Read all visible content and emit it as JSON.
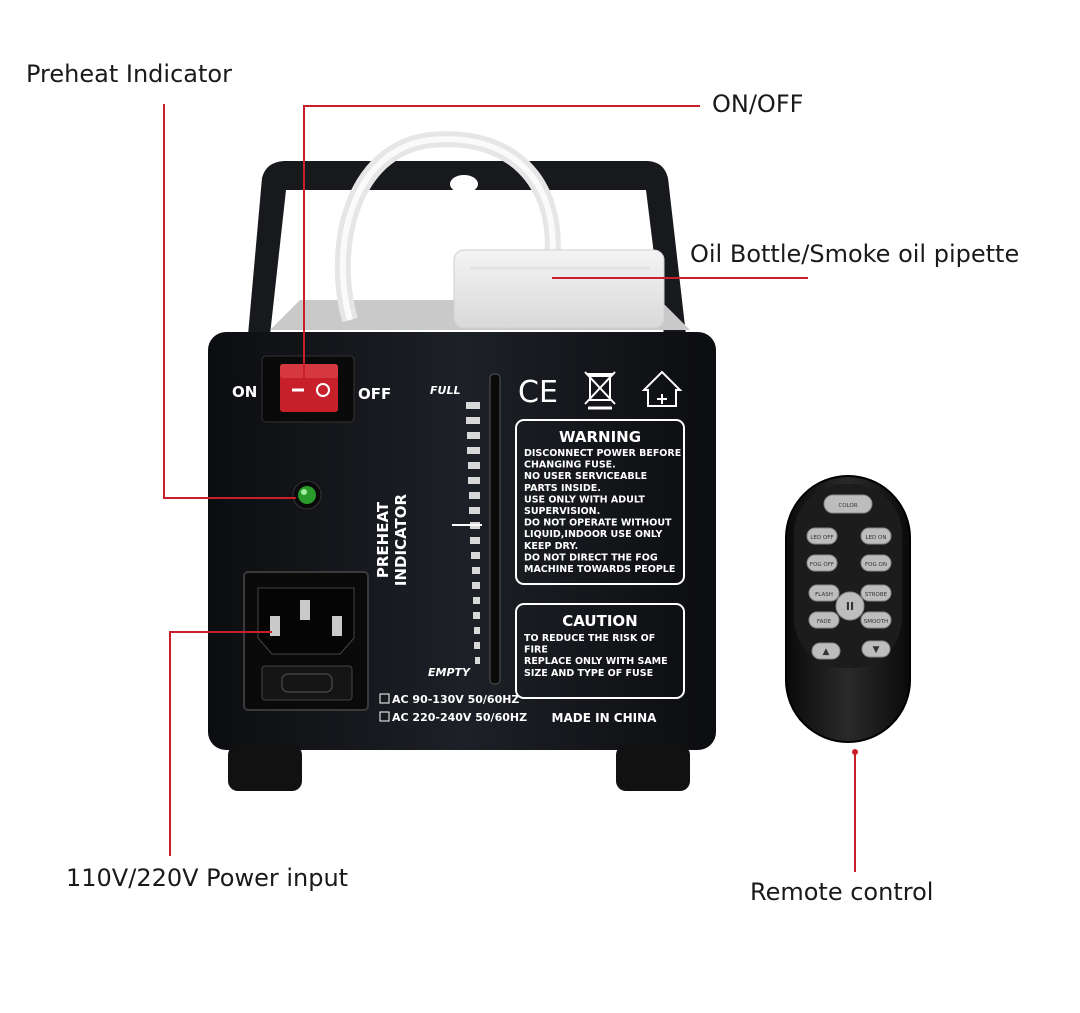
{
  "callouts": {
    "preheat": "Preheat Indicator",
    "onoff": "ON/OFF",
    "oil": "Oil Bottle/Smoke oil pipette",
    "power": "110V/220V Power input",
    "remote": "Remote control"
  },
  "machine": {
    "switch_on": "ON",
    "switch_off": "OFF",
    "preheat_label": "PREHEAT",
    "indicator_label": "INDICATOR",
    "gauge_full": "FULL",
    "gauge_empty": "EMPTY",
    "ce_mark": "CE",
    "voltage_1": "AC 90-130V 50/60HZ",
    "voltage_2": "AC 220-240V 50/60HZ",
    "warning_title": "WARNING",
    "warning_lines": [
      "DISCONNECT POWER BEFORE",
      "CHANGING FUSE.",
      "NO USER SERVICEABLE",
      "PARTS INSIDE.",
      "USE ONLY WITH ADULT",
      "SUPERVISION.",
      "DO NOT OPERATE WITHOUT",
      "LIQUID,INDOOR USE ONLY",
      "KEEP DRY.",
      "DO NOT DIRECT THE FOG",
      "MACHINE TOWARDS PEOPLE"
    ],
    "caution_title": "CAUTION",
    "caution_lines": [
      "TO REDUCE THE RISK OF",
      "FIRE",
      "REPLACE ONLY WITH SAME",
      "SIZE AND TYPE OF FUSE"
    ],
    "made_in": "MADE IN CHINA"
  },
  "remote": {
    "color": "COLOR",
    "led_off": "LED OFF",
    "led_on": "LED ON",
    "fog_off": "FOG OFF",
    "fog_on": "FOG ON",
    "flash": "FLASH",
    "strobe": "STROBE",
    "fade": "FADE",
    "smooth": "SMOOTH",
    "pause": "II",
    "up": "▲",
    "down": "▼"
  },
  "colors": {
    "leader_line": "#c8202a",
    "housing": "#16181c",
    "switch": "#c8202a",
    "led": "#2a9a2a"
  }
}
